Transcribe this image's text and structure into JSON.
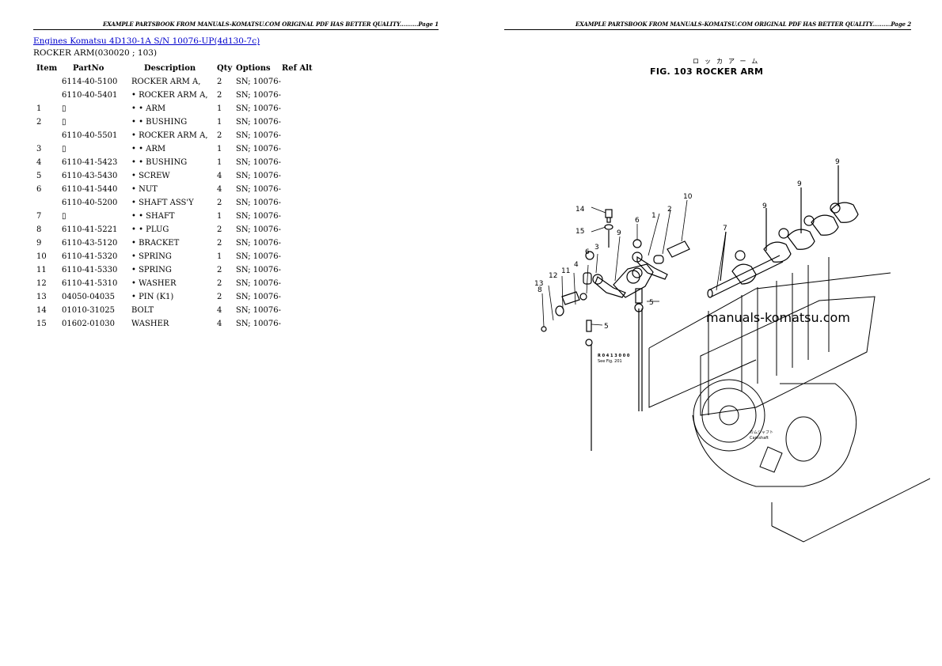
{
  "pages": [
    {
      "header": "EXAMPLE PARTSBOOK FROM MANUALS-KOMATSU.COM ORIGINAL PDF HAS BETTER QUALITY..........Page 1"
    },
    {
      "header": "EXAMPLE PARTSBOOK FROM MANUALS-KOMATSU.COM ORIGINAL PDF HAS BETTER QUALITY..........Page 2"
    }
  ],
  "title": {
    "link1": "Engines Komatsu",
    "link2": "4D130-1A S/N 10076-UP(4d130-7c)"
  },
  "subtitle": "ROCKER ARM(030020 ; 103)",
  "table": {
    "headers": [
      "Item",
      "PartNo",
      "Description",
      "Qty",
      "Options",
      "Ref Alt"
    ],
    "rows": [
      {
        "item": "",
        "part": "6114-40-5100",
        "desc": "ROCKER ARM A,",
        "qty": "2",
        "opt": "SN; 10076-"
      },
      {
        "item": "",
        "part": "6110-40-5401",
        "desc": "• ROCKER ARM A,",
        "qty": "2",
        "opt": "SN; 10076-"
      },
      {
        "item": "1",
        "part": "▯",
        "desc": "• • ARM",
        "qty": "1",
        "opt": "SN; 10076-"
      },
      {
        "item": "2",
        "part": "▯",
        "desc": "• • BUSHING",
        "qty": "1",
        "opt": "SN; 10076-"
      },
      {
        "item": "",
        "part": "6110-40-5501",
        "desc": "• ROCKER ARM A,",
        "qty": "2",
        "opt": "SN; 10076-"
      },
      {
        "item": "3",
        "part": "▯",
        "desc": "• • ARM",
        "qty": "1",
        "opt": "SN; 10076-"
      },
      {
        "item": "4",
        "part": "6110-41-5423",
        "desc": "• • BUSHING",
        "qty": "1",
        "opt": "SN; 10076-"
      },
      {
        "item": "5",
        "part": "6110-43-5430",
        "desc": "• SCREW",
        "qty": "4",
        "opt": "SN; 10076-"
      },
      {
        "item": "6",
        "part": "6110-41-5440",
        "desc": "• NUT",
        "qty": "4",
        "opt": "SN; 10076-"
      },
      {
        "item": "",
        "part": "6110-40-5200",
        "desc": "• SHAFT ASS'Y",
        "qty": "2",
        "opt": "SN; 10076-"
      },
      {
        "item": "7",
        "part": "▯",
        "desc": "• • SHAFT",
        "qty": "1",
        "opt": "SN; 10076-"
      },
      {
        "item": "8",
        "part": "6110-41-5221",
        "desc": "• • PLUG",
        "qty": "2",
        "opt": "SN; 10076-"
      },
      {
        "item": "9",
        "part": "6110-43-5120",
        "desc": "• BRACKET",
        "qty": "2",
        "opt": "SN; 10076-"
      },
      {
        "item": "10",
        "part": "6110-41-5320",
        "desc": "• SPRING",
        "qty": "1",
        "opt": "SN; 10076-"
      },
      {
        "item": "11",
        "part": "6110-41-5330",
        "desc": "• SPRING",
        "qty": "2",
        "opt": "SN; 10076-"
      },
      {
        "item": "12",
        "part": "6110-41-5310",
        "desc": "• WASHER",
        "qty": "2",
        "opt": "SN; 10076-"
      },
      {
        "item": "13",
        "part": "04050-04035",
        "desc": "• PIN (K1)",
        "qty": "2",
        "opt": "SN; 10076-"
      },
      {
        "item": "14",
        "part": "01010-31025",
        "desc": "BOLT",
        "qty": "4",
        "opt": "SN; 10076-"
      },
      {
        "item": "15",
        "part": "01602-01030",
        "desc": "WASHER",
        "qty": "4",
        "opt": "SN; 10076-"
      }
    ]
  },
  "figure": {
    "japanese_title": "ロッカアーム",
    "title": "FIG. 103  ROCKER ARM",
    "watermark": "manuals-komatsu.com",
    "callouts": [
      "1",
      "2",
      "3",
      "4",
      "5",
      "5",
      "6",
      "6",
      "7",
      "8",
      "9",
      "9",
      "9",
      "10",
      "11",
      "12",
      "13",
      "14",
      "15"
    ],
    "note_line1": "R 0 4 1 3 0 0 0",
    "note_line2": "See Fig. 201",
    "camshaft_label_jp": "カムシャフト",
    "camshaft_label": "Camshaft"
  }
}
